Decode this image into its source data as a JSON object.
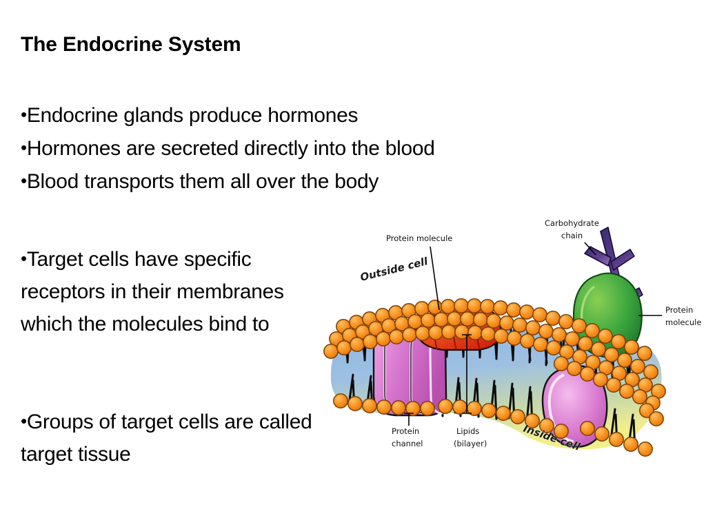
{
  "slide": {
    "title": "The Endocrine System",
    "bullet_char": "•",
    "bullets_top": [
      "Endocrine glands produce hormones",
      "Hormones are secreted directly into the blood",
      "Blood transports them all over the body"
    ],
    "bullets_middle": [
      "Target cells have specific receptors in their membranes which the molecules bind to"
    ],
    "bullets_bottom": [
      "Groups of target cells are called target tissue"
    ]
  },
  "diagram": {
    "name": "cell-membrane-fluid-mosaic",
    "labels": {
      "protein_molecule_top": "Protein molecule",
      "carbohydrate_chain_line1": "Carbohydrate",
      "carbohydrate_chain_line2": "chain",
      "protein_molecule_right_line1": "Protein",
      "protein_molecule_right_line2": "molecule",
      "protein_channel_line1": "Protein",
      "protein_channel_line2": "channel",
      "lipids_line1": "Lipids",
      "lipids_line2": "(bilayer)",
      "outside_cell": "Outside cell",
      "inside_cell": "Inside cell"
    },
    "colors": {
      "lipid_head_orange": "#F68C1F",
      "lipid_head_highlight": "#FBB040",
      "lipid_head_outline": "#8A4B00",
      "tail_black": "#101010",
      "interior_blue": "#8FB4E0",
      "interior_yellow": "#EDE88A",
      "protein_channel_magenta": "#D070C8",
      "protein_channel_light": "#EBA8E0",
      "protein_red": "#E8361C",
      "protein_red_light": "#FB7A2A",
      "glycoprotein_green": "#2E9B3C",
      "glycoprotein_light": "#7FCB54",
      "carbohydrate_purple": "#4B2D7F",
      "carbohydrate_light": "#8E6BB0",
      "outline": "#000000",
      "background": "#FFFFFF"
    }
  }
}
